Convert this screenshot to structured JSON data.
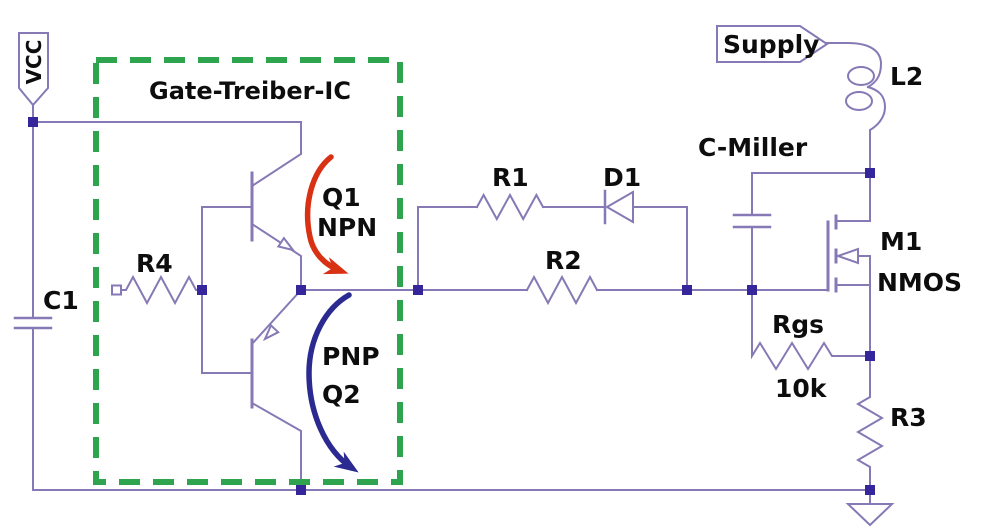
{
  "colors": {
    "bg": "#ffffff",
    "wire": "#8679b5",
    "junction": "#35279b",
    "box-green": "#2ea44e",
    "arrow-red": "#d93113",
    "arrow-blue": "#2b2a90",
    "text": "#0d0d0d"
  },
  "flags": {
    "vcc": "VCC",
    "supply": "Supply"
  },
  "box": {
    "title": "Gate-Treiber-IC"
  },
  "components": {
    "c1": {
      "label": "C1"
    },
    "r4": {
      "label": "R4"
    },
    "q1": {
      "label": "Q1",
      "type": "NPN"
    },
    "q2": {
      "label": "Q2",
      "type": "PNP"
    },
    "r1": {
      "label": "R1"
    },
    "d1": {
      "label": "D1"
    },
    "r2": {
      "label": "R2"
    },
    "c_miller": {
      "label": "C-Miller"
    },
    "l2": {
      "label": "L2"
    },
    "m1": {
      "label": "M1",
      "type": "NMOS"
    },
    "rgs": {
      "label": "Rgs",
      "value": "10k"
    },
    "r3": {
      "label": "R3"
    }
  }
}
